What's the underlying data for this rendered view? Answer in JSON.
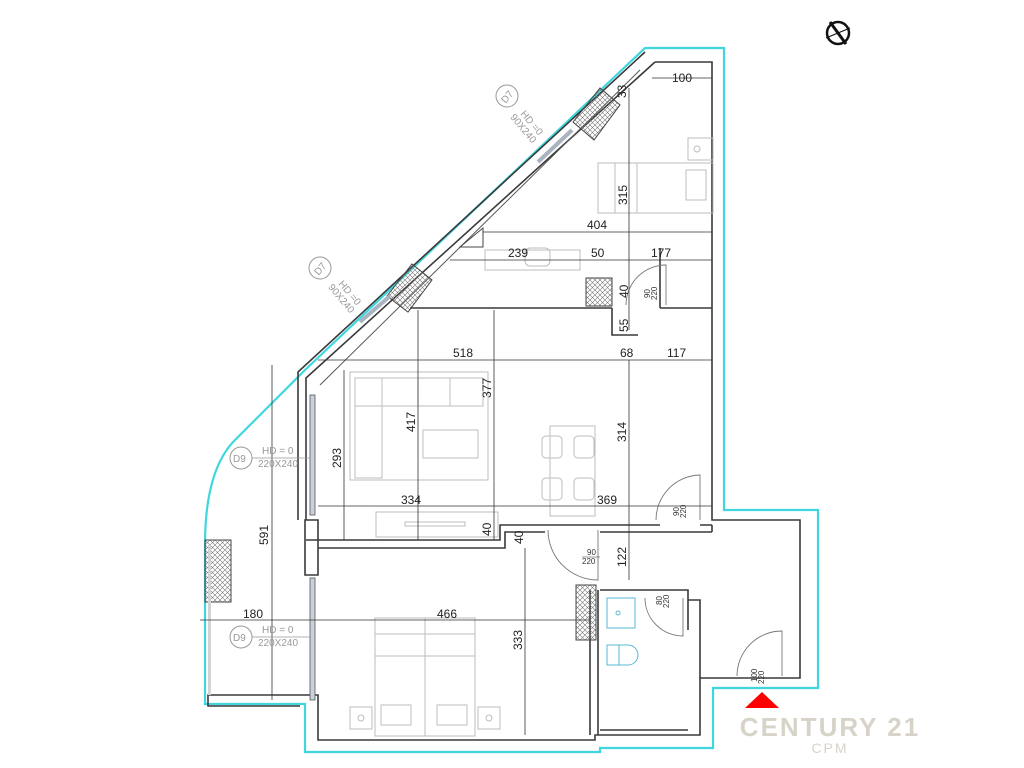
{
  "plan": {
    "type": "apartment floor plan",
    "outline_color": "#3fd6df",
    "entrance_marker_color": "#ff0000",
    "compass": "north-arrow-icon",
    "dimensions": {
      "d100": "100",
      "d33": "33",
      "d315": "315",
      "d404": "404",
      "d239": "239",
      "d50": "50",
      "d177": "177",
      "d40a": "40",
      "d55": "55",
      "d518": "518",
      "d68": "68",
      "d117": "117",
      "d417": "417",
      "d377": "377",
      "d314": "314",
      "d293": "293",
      "d334": "334",
      "d369": "369",
      "d40b": "40",
      "d40c": "40",
      "d591": "591",
      "d122": "122",
      "d180": "180",
      "d466": "466",
      "d333": "333"
    },
    "doors": {
      "kitchen_top": "90",
      "kitchen_bot": "220",
      "hall_top": "90",
      "hall_bot": "220",
      "bed_top": "90",
      "bed_bot": "220",
      "wc_top": "80",
      "wc_bot": "220",
      "entry_top": "100",
      "entry_bot": "220"
    },
    "window_tags": {
      "d7_upper": {
        "id": "D7",
        "hd": "HD =0",
        "size": "90X240"
      },
      "d7_lower": {
        "id": "D7",
        "hd": "HD =0",
        "size": "90X240"
      },
      "d9_upper": {
        "id": "D9",
        "hd": "HD = 0",
        "size": "220X240"
      },
      "d9_lower": {
        "id": "D9",
        "hd": "HD = 0",
        "size": "220X240"
      }
    }
  },
  "watermark": {
    "brand": "CENTURY 21",
    "sub": "CPM"
  }
}
